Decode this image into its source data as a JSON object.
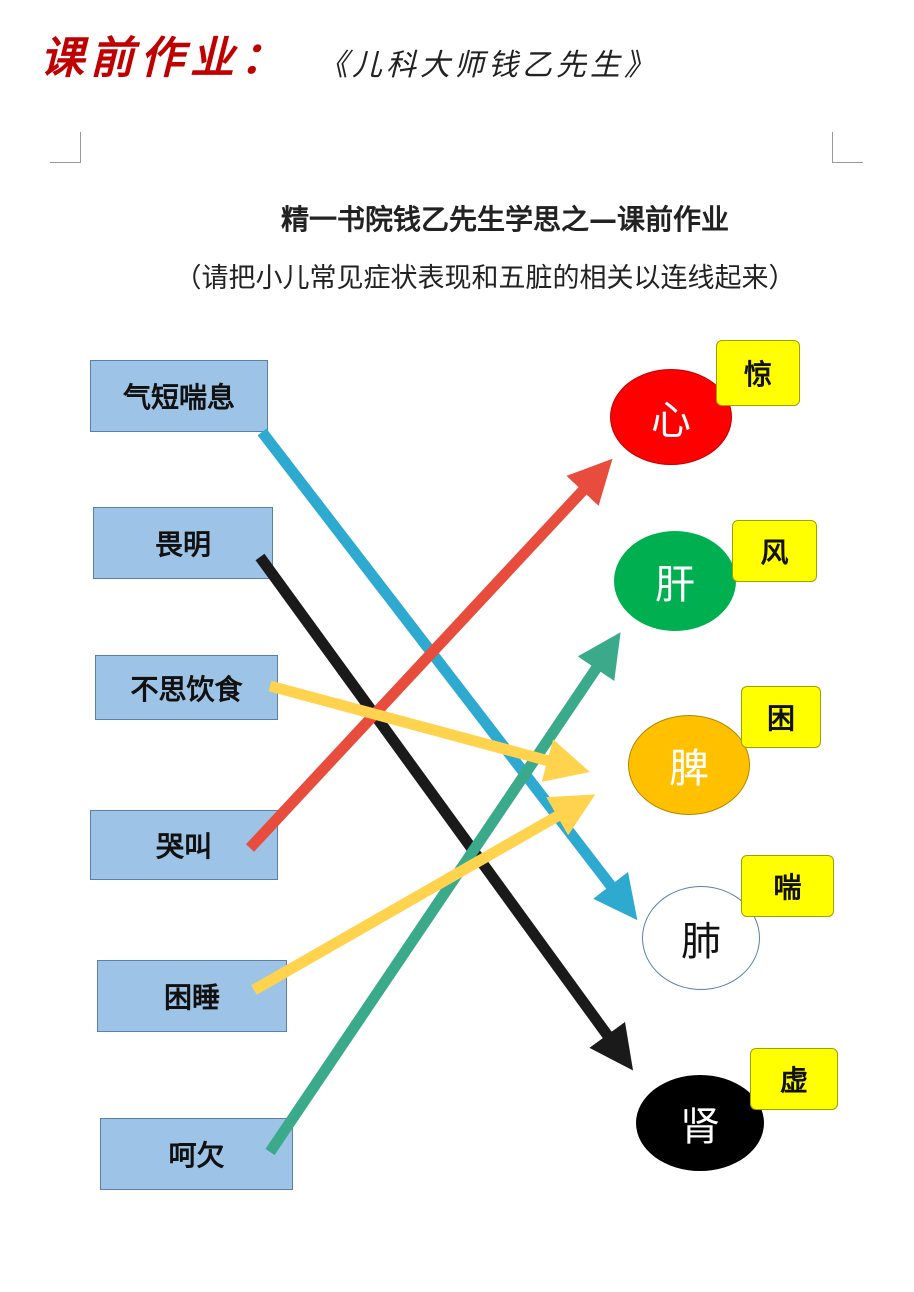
{
  "header": {
    "label": "课前作业：",
    "book": "《儿科大师钱乙先生》"
  },
  "doc": {
    "title": "精一书院钱乙先生学思之—课前作业",
    "subtitle": "（请把小儿常见症状表现和五脏的相关以连线起来）"
  },
  "symptoms": [
    "气短喘息",
    "畏明",
    "不思饮食",
    "哭叫",
    "困睡",
    "呵欠"
  ],
  "organs": [
    {
      "name": "心",
      "color": "#ff0000",
      "text_color": "#ffffff",
      "tag": "惊"
    },
    {
      "name": "肝",
      "color": "#00b050",
      "text_color": "#ffffff",
      "tag": "风"
    },
    {
      "name": "脾",
      "color": "#ffc000",
      "text_color": "#ffffff",
      "tag": "困"
    },
    {
      "name": "肺",
      "color": "#ffffff",
      "text_color": "#111111",
      "tag": "喘"
    },
    {
      "name": "肾",
      "color": "#000000",
      "text_color": "#ffffff",
      "tag": "虚"
    }
  ],
  "connections": [
    {
      "from": "气短喘息",
      "to": "肺",
      "color": "#2ea9d0"
    },
    {
      "from": "畏明",
      "to": "肾",
      "color": "#1a1a1a"
    },
    {
      "from": "不思饮食",
      "to": "脾",
      "color": "#ffd34e"
    },
    {
      "from": "哭叫",
      "to": "心",
      "color": "#e84c3d"
    },
    {
      "from": "困睡",
      "to": "脾",
      "color": "#ffd34e"
    },
    {
      "from": "呵欠",
      "to": "肝",
      "color": "#3aaa8a"
    }
  ]
}
